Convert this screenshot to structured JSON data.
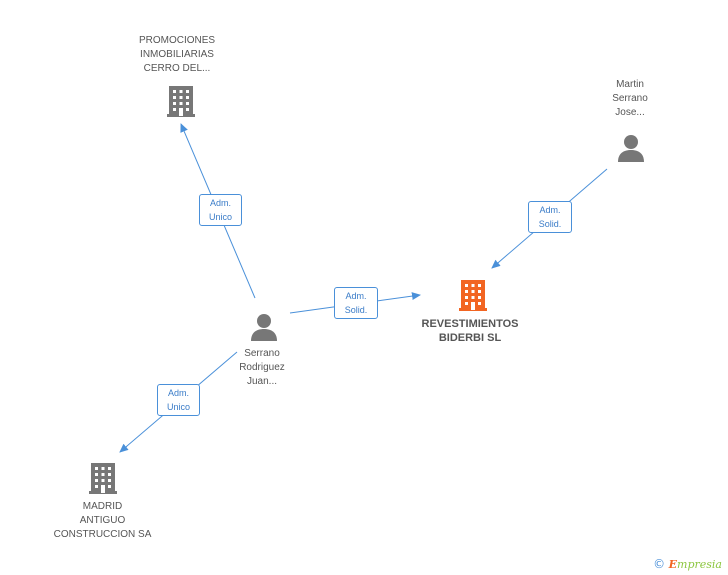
{
  "colors": {
    "edge": "#4a90d9",
    "node_gray": "#777777",
    "node_main": "#f26522"
  },
  "nodes": {
    "promociones": {
      "label": "PROMOCIONES\nINMOBILIARIAS\nCERRO DEL...",
      "icon": "building-icon"
    },
    "martin": {
      "label": "Martin\nSerrano\nJose...",
      "icon": "person-icon"
    },
    "revestimientos": {
      "label": "REVESTIMIENTOS\nBIDERBI SL",
      "icon": "building-icon"
    },
    "serrano": {
      "label": "Serrano\nRodriguez\nJuan...",
      "icon": "person-icon"
    },
    "madrid": {
      "label": "MADRID\nANTIGUO\nCONSTRUCCION SA",
      "icon": "building-icon"
    }
  },
  "edges": {
    "serrano_promociones": "Adm.\nUnico",
    "martin_revestimientos": "Adm.\nSolid.",
    "serrano_revestimientos": "Adm.\nSolid.",
    "serrano_madrid": "Adm.\nUnico"
  },
  "footer": {
    "copyright_symbol": "©",
    "brand_initial": "E",
    "brand_rest": "mpresia"
  }
}
